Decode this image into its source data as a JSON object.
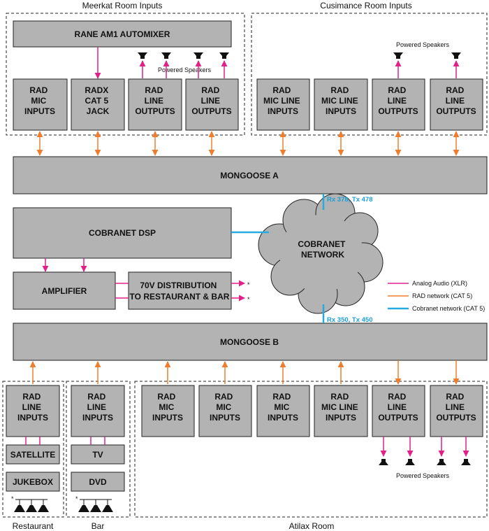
{
  "regions": {
    "meerkat": "Meerkat Room Inputs",
    "cusimance": "Cusimance Room Inputs",
    "restaurant": "Restaurant",
    "bar": "Bar",
    "atilax": "Atilax Room"
  },
  "boxes": {
    "automixer": [
      "RANE AM1 AUTOMIXER"
    ],
    "meerkat_mic": [
      "RAD",
      "MIC",
      "INPUTS"
    ],
    "meerkat_radx": [
      "RADX",
      "CAT 5",
      "JACK"
    ],
    "meerkat_out1": [
      "RAD",
      "LINE",
      "OUTPUTS"
    ],
    "meerkat_out2": [
      "RAD",
      "LINE",
      "OUTPUTS"
    ],
    "cus_mic1": [
      "RAD",
      "MIC LINE",
      "INPUTS"
    ],
    "cus_mic2": [
      "RAD",
      "MIC LINE",
      "INPUTS"
    ],
    "cus_out1": [
      "RAD",
      "LINE",
      "OUTPUTS"
    ],
    "cus_out2": [
      "RAD",
      "LINE",
      "OUTPUTS"
    ],
    "mongoose_a": [
      "MONGOOSE A"
    ],
    "cobranet_dsp": [
      "COBRANET DSP"
    ],
    "amplifier": [
      "AMPLIFIER"
    ],
    "distribution": [
      "70V DISTRIBUTION",
      "TO RESTAURANT & BAR"
    ],
    "cobranet_network": [
      "COBRANET",
      "NETWORK"
    ],
    "mongoose_b": [
      "MONGOOSE B"
    ],
    "rest_inputs": [
      "RAD",
      "LINE",
      "INPUTS"
    ],
    "satellite": [
      "SATELLITE"
    ],
    "jukebox": [
      "JUKEBOX"
    ],
    "bar_inputs": [
      "RAD",
      "LINE",
      "INPUTS"
    ],
    "tv": [
      "TV"
    ],
    "dvd": [
      "DVD"
    ],
    "atilax_mic1": [
      "RAD",
      "MIC",
      "INPUTS"
    ],
    "atilax_mic2": [
      "RAD",
      "MIC",
      "INPUTS"
    ],
    "atilax_mic3": [
      "RAD",
      "MIC",
      "INPUTS"
    ],
    "atilax_mic4": [
      "RAD",
      "MIC LINE",
      "INPUTS"
    ],
    "atilax_out1": [
      "RAD",
      "LINE",
      "OUTPUTS"
    ],
    "atilax_out2": [
      "RAD",
      "LINE",
      "OUTPUTS"
    ]
  },
  "labels": {
    "powered_speakers": "Powered Speakers",
    "rx_tx_a": "Rx 378, Tx 478",
    "rx_tx_b": "Rx 350, Tx 450",
    "asterisk": "*"
  },
  "legend": [
    {
      "label": "Analog Audio (XLR)",
      "color": "#e0218a"
    },
    {
      "label": "RAD network (CAT 5)",
      "color": "#ef7d2d"
    },
    {
      "label": "Cobranet network (CAT 5)",
      "color": "#27aae1"
    }
  ]
}
